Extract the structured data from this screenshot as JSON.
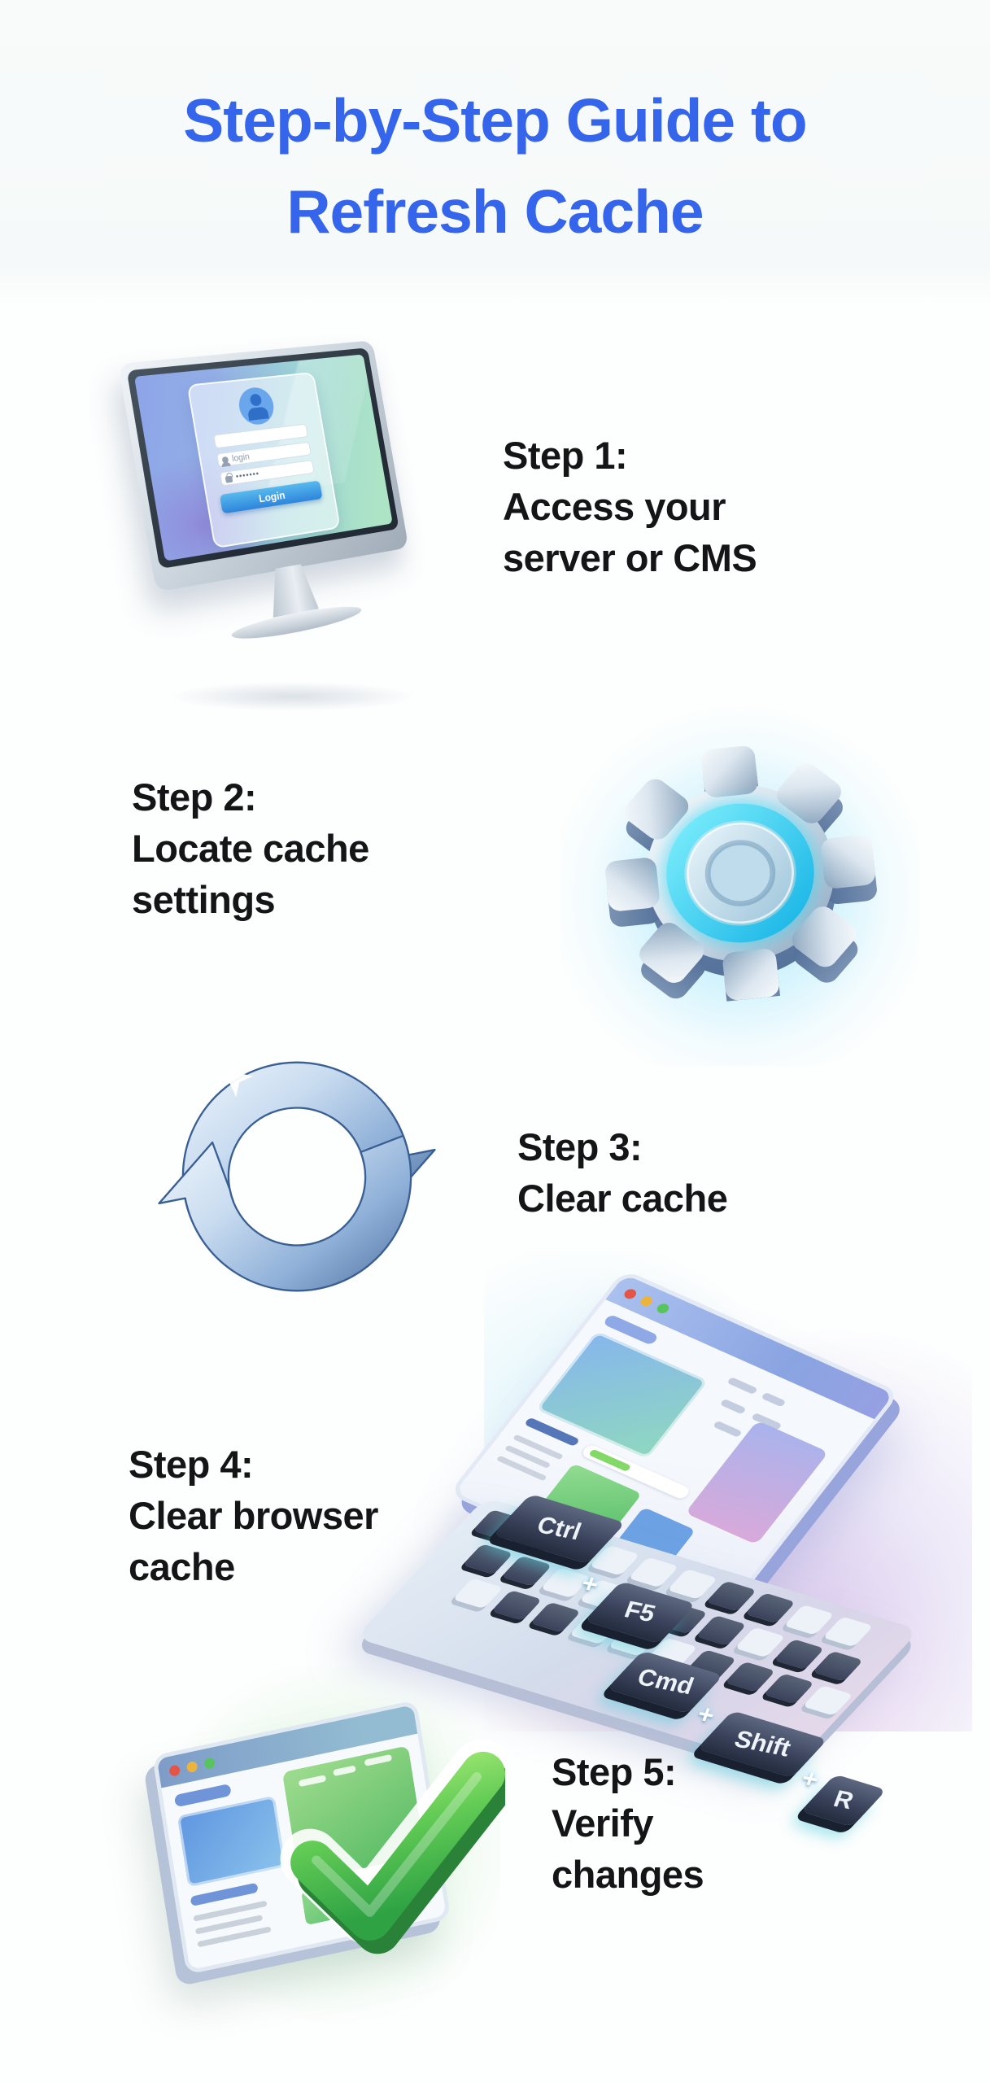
{
  "page": {
    "background": "#FDFEFE",
    "header_background": "#F7FAF9"
  },
  "title": {
    "line1": "Step-by-Step Guide to",
    "line2": "Refresh Cache",
    "color": "#3565EA"
  },
  "steps": [
    {
      "label": "Step 1:",
      "lines": [
        "Access your",
        "server or CMS"
      ],
      "icon": "monitor-login-icon"
    },
    {
      "label": "Step 2:",
      "lines": [
        "Locate cache",
        "settings"
      ],
      "icon": "gear-icon"
    },
    {
      "label": "Step 3:",
      "lines": [
        "Clear cache"
      ],
      "icon": "refresh-arrows-icon"
    },
    {
      "label": "Step 4:",
      "lines": [
        "Clear browser",
        "cache"
      ],
      "icon": "keyboard-shortcuts-icon"
    },
    {
      "label": "Step 5:",
      "lines": [
        "Verify",
        "changes"
      ],
      "icon": "browser-checkmark-icon"
    }
  ],
  "login_screen": {
    "username_value": "login",
    "password_value": "•••••••",
    "button_label": "Login"
  },
  "keyboard": {
    "keys": [
      "Ctrl",
      "F5",
      "Cmd",
      "Shift",
      "R"
    ],
    "separator": "+"
  },
  "window_dots": [
    "red",
    "yellow",
    "green"
  ],
  "colors": {
    "accent_blue": "#3565EA",
    "text": "#151517",
    "gear_glow": "#57D8F6",
    "check_green": "#3FB14C",
    "key_dark": "#39425A",
    "screen_gradient": [
      "#8DA5E8",
      "#9ED8D4",
      "#AEE4C6"
    ]
  }
}
